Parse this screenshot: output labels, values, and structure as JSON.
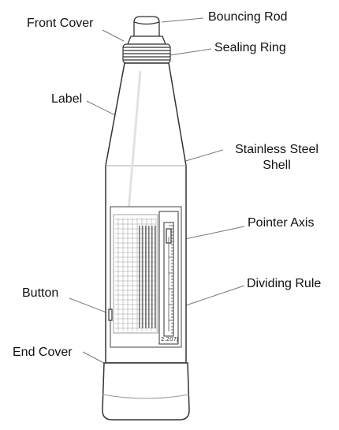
{
  "labels": {
    "front_cover": "Front Cover",
    "bouncing_rod": "Bouncing Rod",
    "sealing_ring": "Sealing Ring",
    "label": "Label",
    "stainless_steel_shell_line1": "Stainless Steel",
    "stainless_steel_shell_line2": "Shell",
    "pointer_axis": "Pointer Axis",
    "dividing_rule": "Dividing Rule",
    "button": "Button",
    "end_cover": "End Cover"
  },
  "instrument": {
    "model": "2.207J"
  }
}
